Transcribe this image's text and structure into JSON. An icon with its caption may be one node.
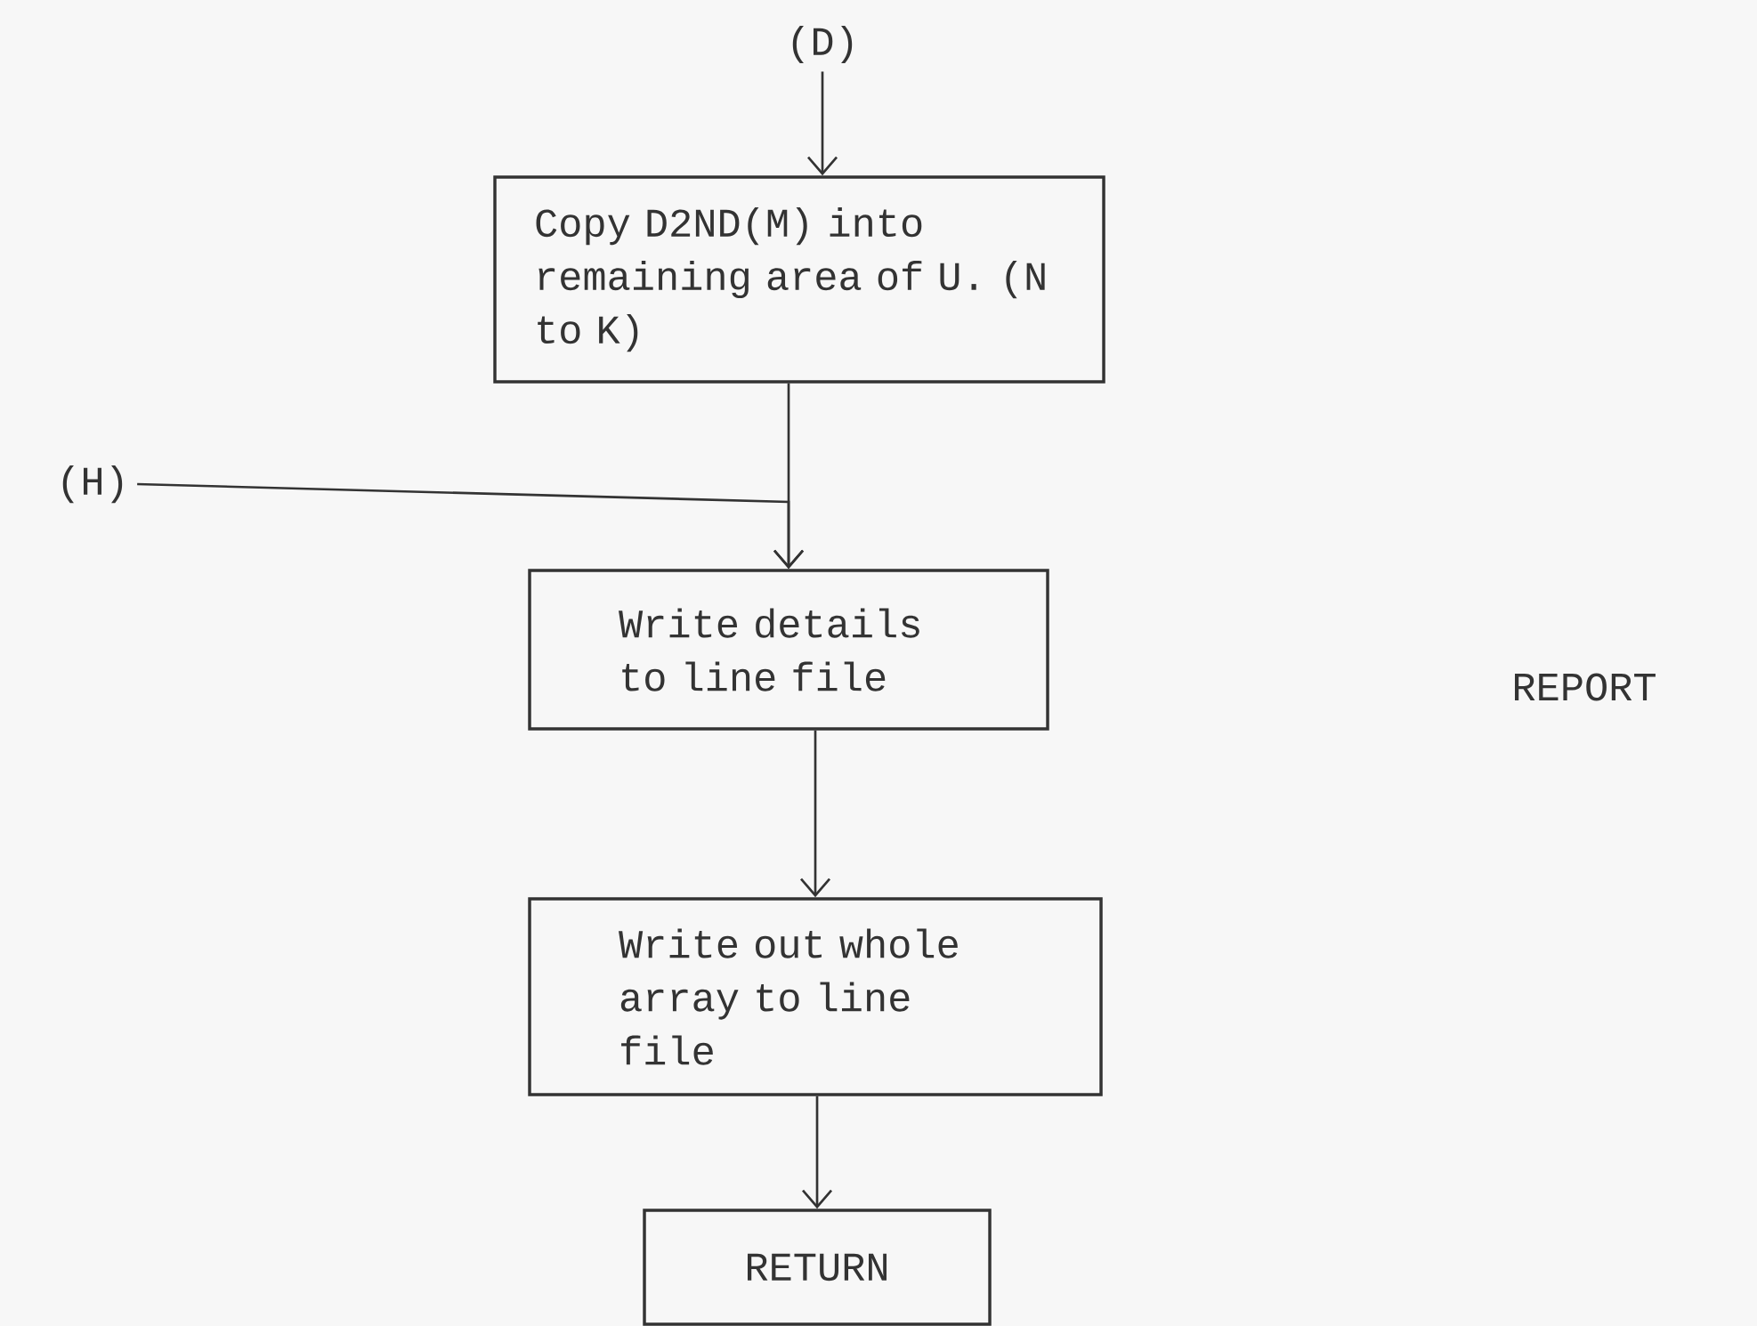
{
  "diagram": {
    "nodes": [
      {
        "text": [
          "(D)"
        ]
      },
      {
        "text": [
          "Copy D2ND(M) into remaining area of U. (N to K)"
        ]
      },
      {
        "text": [
          "(H)"
        ]
      },
      {
        "text": [
          "Write details to line file"
        ]
      },
      {
        "text": [
          "Write out whole array to line file"
        ]
      },
      {
        "text": [
          "RETURN"
        ]
      }
    ],
    "edges": [
      {
        "from": 0,
        "to": 1,
        "arrow": "to"
      },
      {
        "from": 1,
        "to": 3,
        "arrow": "to"
      },
      {
        "from": 2,
        "to": 3,
        "arrow": "to"
      },
      {
        "from": 3,
        "to": 4,
        "arrow": "to"
      },
      {
        "from": 4,
        "to": 5,
        "arrow": "to"
      }
    ],
    "labels": [
      "REPORT"
    ]
  }
}
